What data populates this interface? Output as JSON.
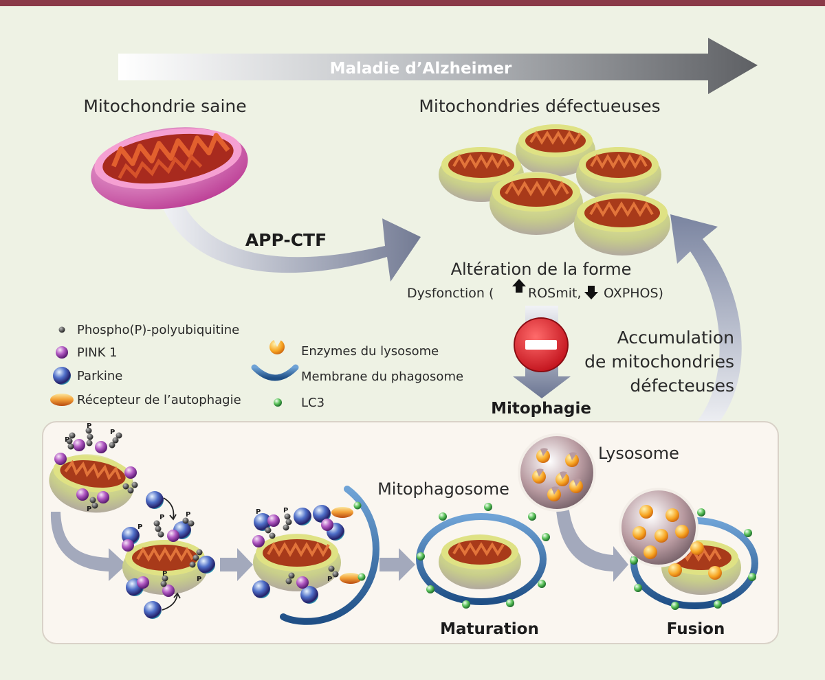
{
  "banner": {
    "title": "Maladie d’Alzheimer"
  },
  "top": {
    "healthy_label": "Mitochondrie saine",
    "defective_label": "Mitochondries défectueuses",
    "arrow_label": "APP-CTF",
    "shape_alteration": "Altération de la forme",
    "dysfunction_prefix": "Dysfonction (",
    "ros_label": "ROSmit,",
    "oxphos_label": "OXPHOS)",
    "mitophagy_label": "Mitophagie",
    "accumulation": [
      "Accumulation",
      "de mitochondries",
      "défecteuses"
    ]
  },
  "legend": {
    "left": [
      "Phospho(P)-polyubiquitine",
      "PINK 1",
      "Parkine",
      "Récepteur de l’autophagie"
    ],
    "right": [
      "Enzymes du lysosome",
      "Membrane du phagosome",
      "LC3"
    ]
  },
  "bottom": {
    "mitophagosome": "Mitophagosome",
    "lysosome": "Lysosome",
    "maturation": "Maturation",
    "fusion": "Fusion",
    "phospho_letter": "P"
  },
  "colors": {
    "top_bar": "#8a3a48",
    "background": "#eef2e4",
    "panel": "#faf6f0",
    "mito_healthy": "#e58ac8",
    "mito_defective": "#e4e79a",
    "cristae": "#b03a1a",
    "membrane": "#2d6fa8",
    "inhibit": "#d8202c"
  }
}
